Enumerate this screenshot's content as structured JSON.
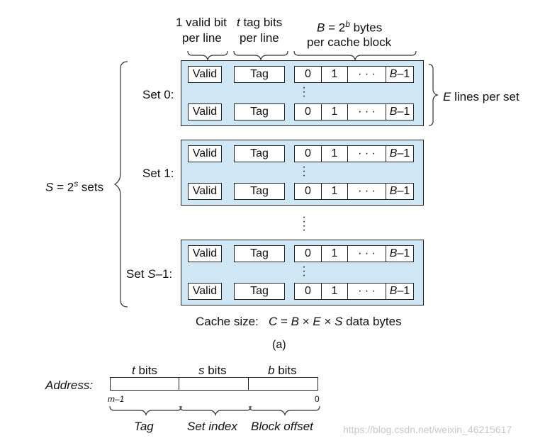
{
  "header": {
    "valid_bit_line1": "1 valid bit",
    "valid_bit_line2": "per line",
    "tag_bits_var": "t",
    "tag_bits_rest": " tag bits",
    "tag_bits_line2": "per line",
    "block_eq_var": "B",
    "block_eq_mid": " = 2",
    "block_eq_exp": "b",
    "block_eq_rest": " bytes",
    "block_line2": "per cache block"
  },
  "line": {
    "valid": "Valid",
    "tag": "Tag",
    "byte0": "0",
    "byte1": "1",
    "dots": "· · ·",
    "last_var": "B",
    "last_rest": "–1"
  },
  "sets": [
    {
      "label": "Set 0:"
    },
    {
      "label": "Set 1:"
    },
    {
      "label_prefix": "Set ",
      "label_var": "S",
      "label_suffix": "–1:"
    }
  ],
  "lines_per_set": {
    "var": "E",
    "rest": " lines per set"
  },
  "num_sets": {
    "var": "S",
    "eq": " = 2",
    "exp": "s",
    "rest": " sets"
  },
  "cache_size": {
    "prefix": "Cache size:",
    "c": "C",
    "eq": " = ",
    "b": "B",
    "x1": " × ",
    "e": "E",
    "x2": " × ",
    "s": "S",
    "suffix": " data bytes"
  },
  "caption_a": "(a)",
  "address": {
    "label": "Address:",
    "fields": [
      {
        "var": "t",
        "rest": " bits",
        "name": "Tag"
      },
      {
        "var": "s",
        "rest": " bits",
        "name": "Set index"
      },
      {
        "var": "b",
        "rest": " bits",
        "name": "Block offset"
      }
    ],
    "msb": "m–1",
    "lsb": "0"
  },
  "watermark": "https://blog.csdn.net/weixin_46215617"
}
